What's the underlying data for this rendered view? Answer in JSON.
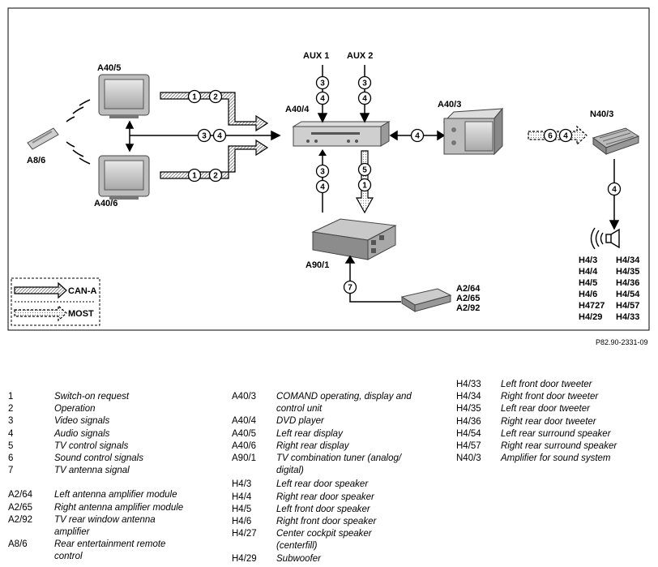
{
  "diagram": {
    "components": {
      "a40_5": "A40/5",
      "a40_6": "A40/6",
      "a8_6": "A8/6",
      "a40_4": "A40/4",
      "a40_3": "A40/3",
      "n40_3": "N40/3",
      "a90_1": "A90/1",
      "aux1": "AUX 1",
      "aux2": "AUX 2"
    },
    "antenna_modules": [
      "A2/64",
      "A2/65",
      "A2/92"
    ],
    "speakers_left": [
      "H4/3",
      "H4/4",
      "H4/5",
      "H4/6",
      "H4727",
      "H4/29"
    ],
    "speakers_right": [
      "H4/34",
      "H4/35",
      "H4/36",
      "H4/54",
      "H4/57",
      "H4/33"
    ],
    "signals": {
      "s1": "1",
      "s2": "2",
      "s3": "3",
      "s4": "4",
      "s5": "5",
      "s6": "6",
      "s7": "7"
    },
    "key": {
      "can_a": "CAN-A",
      "most": "MOST"
    },
    "reference": "P82.90-2331-09"
  },
  "legend": {
    "col1": [
      {
        "code": "1",
        "desc": "Switch-on request"
      },
      {
        "code": "2",
        "desc": "Operation"
      },
      {
        "code": "3",
        "desc": "Video signals"
      },
      {
        "code": "4",
        "desc": "Audio signals"
      },
      {
        "code": "5",
        "desc": "TV control signals"
      },
      {
        "code": "6",
        "desc": "Sound control signals"
      },
      {
        "code": "7",
        "desc": "TV antenna signal"
      }
    ],
    "col1b": [
      {
        "code": "A2/64",
        "desc": "Left antenna amplifier module"
      },
      {
        "code": "A2/65",
        "desc": "Right antenna amplifier module"
      },
      {
        "code": "A2/92",
        "desc": "TV rear window antenna",
        "desc2": "amplifier"
      },
      {
        "code": "A8/6",
        "desc": "Rear entertainment remote",
        "desc2": "control"
      }
    ],
    "col2a": [
      {
        "code": "A40/3",
        "desc": "COMAND operating, display and",
        "desc2": "control unit"
      },
      {
        "code": "A40/4",
        "desc": "DVD player"
      },
      {
        "code": "A40/5",
        "desc": "Left rear display"
      },
      {
        "code": "A40/6",
        "desc": "Right rear display"
      },
      {
        "code": "A90/1",
        "desc": "TV combination tuner (analog/",
        "desc2": "digital)"
      }
    ],
    "col2b": [
      {
        "code": "H4/3",
        "desc": "Left rear door speaker"
      },
      {
        "code": "H4/4",
        "desc": "Right rear door speaker"
      },
      {
        "code": "H4/5",
        "desc": "Left front door speaker"
      },
      {
        "code": "H4/6",
        "desc": "Right front door speaker"
      },
      {
        "code": "H4/27",
        "desc": "Center cockpit speaker",
        "desc2": "(centerfill)"
      },
      {
        "code": "H4/29",
        "desc": "Subwoofer"
      }
    ],
    "col3": [
      {
        "code": "H4/33",
        "desc": "Left front door tweeter"
      },
      {
        "code": "H4/34",
        "desc": "Right front door tweeter"
      },
      {
        "code": "H4/35",
        "desc": "Left rear door tweeter"
      },
      {
        "code": "H4/36",
        "desc": "Right rear door tweeter"
      },
      {
        "code": "H4/54",
        "desc": "Left rear surround speaker"
      },
      {
        "code": "H4/57",
        "desc": "Right rear surround speaker"
      },
      {
        "code": "N40/3",
        "desc": "Amplifier for sound system"
      }
    ]
  }
}
